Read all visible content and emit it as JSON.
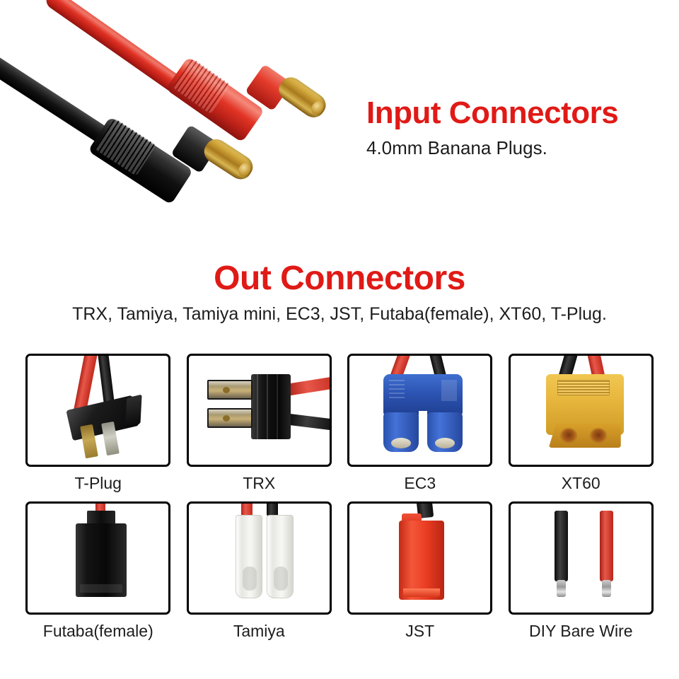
{
  "input_section": {
    "heading": "Input Connectors",
    "subtitle": "4.0mm Banana Plugs.",
    "heading_color": "#e01a16",
    "photo": {
      "name": "banana-plug-photo",
      "red_plug_label": "red 4.0mm banana plug",
      "black_plug_label": "black 4.0mm banana plug"
    }
  },
  "out_section": {
    "heading": "Out Connectors",
    "subtitle": "TRX, Tamiya, Tamiya mini, EC3, JST, Futaba(female), XT60, T-Plug.",
    "heading_color": "#e01a16"
  },
  "connectors": [
    {
      "label": "T-Plug",
      "icon": "t-plug-connector-icon",
      "color": "#111111"
    },
    {
      "label": "TRX",
      "icon": "trx-connector-icon",
      "color": "#111111"
    },
    {
      "label": "EC3",
      "icon": "ec3-connector-icon",
      "color": "#2d55b4"
    },
    {
      "label": "XT60",
      "icon": "xt60-connector-icon",
      "color": "#e8b73e"
    },
    {
      "label": "Futaba(female)",
      "icon": "futaba-connector-icon",
      "color": "#111111"
    },
    {
      "label": "Tamiya",
      "icon": "tamiya-connector-icon",
      "color": "#e6e6e2"
    },
    {
      "label": "JST",
      "icon": "jst-connector-icon",
      "color": "#ea3d22"
    },
    {
      "label": "DIY Bare Wire",
      "icon": "bare-wire-icon",
      "color": "#9a9a9a"
    }
  ],
  "colors": {
    "background": "#ffffff",
    "accent_red": "#e01a16",
    "text": "#1d1d1d",
    "cell_border": "#000000"
  }
}
